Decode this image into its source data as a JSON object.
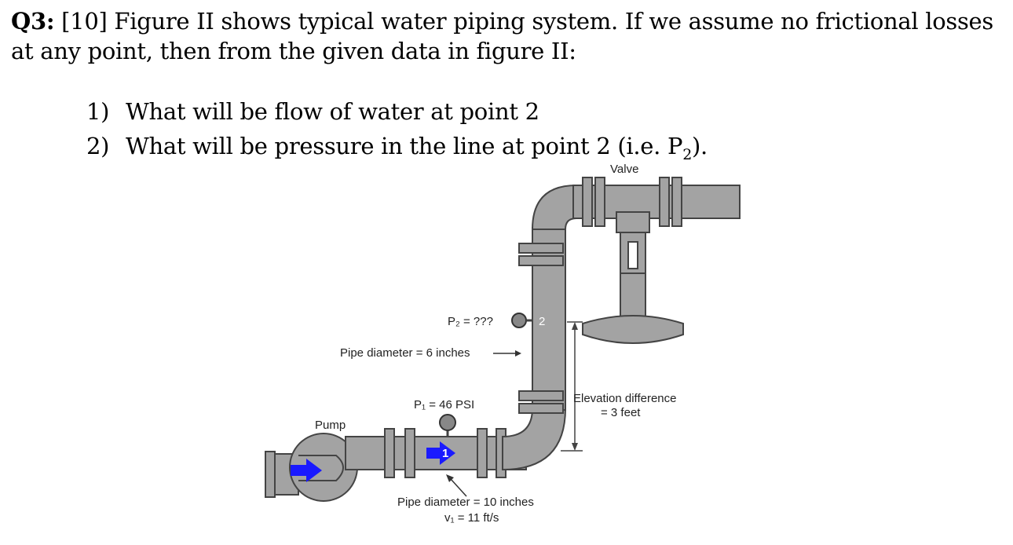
{
  "question": {
    "label": "Q3:",
    "text": " [10] Figure II shows typical water piping system. If we assume no frictional losses at any point, then from the given data in figure II:",
    "items": [
      {
        "num": "1)",
        "text": "What will be flow of water at point 2"
      },
      {
        "num": "2)",
        "text": "What will be pressure in the line at point 2 (i.e. P",
        "sub": "2",
        "tail": ")."
      }
    ]
  },
  "figure": {
    "valve_label": "Valve",
    "pump_label": "Pump",
    "p2_label": "P₂ = ???",
    "point2": "2",
    "point1": "1",
    "pipe_diameter_upper": "Pipe diameter = 6 inches",
    "p1_label": "P₁ = 46 PSI",
    "elevation_line1": "Elevation difference",
    "elevation_line2": "= 3 feet",
    "pipe_diameter_lower": "Pipe diameter = 10 inches",
    "v1_label": "v₁ = 11 ft/s",
    "colors": {
      "pipe": "#a3a3a3",
      "pipe_stroke": "#444444",
      "arrow": "#1a1aff"
    }
  }
}
